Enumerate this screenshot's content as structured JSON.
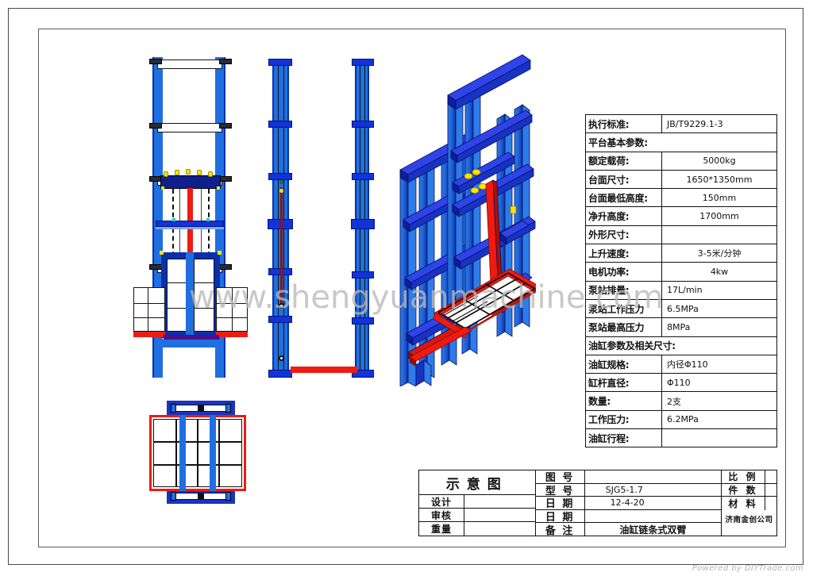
{
  "page": {
    "watermark": "www.shengyuanmachine.com",
    "powered_by": "Powered by DIYTrade.com"
  },
  "spec_table": {
    "rows": [
      {
        "key": "执行标准:",
        "value": "JB/T9229.1-3",
        "full": false,
        "center": false
      },
      {
        "key": "平台基本参数:",
        "value": "",
        "full": true,
        "center": false
      },
      {
        "key": "额定载荷:",
        "value": "5000kg",
        "full": false,
        "center": true
      },
      {
        "key": "台面尺寸:",
        "value": "1650*1350mm",
        "full": false,
        "center": true
      },
      {
        "key": "台面最低高度:",
        "value": "150mm",
        "full": false,
        "center": true
      },
      {
        "key": "净升高度:",
        "value": "1700mm",
        "full": false,
        "center": true
      },
      {
        "key": "外形尺寸:",
        "value": "",
        "full": false,
        "center": true
      },
      {
        "key": "上升速度:",
        "value": "3-5米/分钟",
        "full": false,
        "center": true
      },
      {
        "key": "电机功率:",
        "value": "4kw",
        "full": false,
        "center": true
      },
      {
        "key": "泵站排量:",
        "value": "17L/min",
        "full": false,
        "center": false
      },
      {
        "key": "泵站工作压力",
        "value": "6.5MPa",
        "full": false,
        "center": false
      },
      {
        "key": "泵站最高压力",
        "value": "8MPa",
        "full": false,
        "center": false
      },
      {
        "key": "油缸参数及相关尺寸:",
        "value": "",
        "full": true,
        "center": false
      },
      {
        "key": "油缸规格:",
        "value": "内径Φ110",
        "full": false,
        "center": false
      },
      {
        "key": "缸杆直径:",
        "value": "Φ110",
        "full": false,
        "center": false
      },
      {
        "key": "数量:",
        "value": "2支",
        "full": false,
        "center": false
      },
      {
        "key": "工作压力:",
        "value": "6.2MPa",
        "full": false,
        "center": false
      },
      {
        "key": "油缸行程:",
        "value": "",
        "full": false,
        "center": false
      }
    ]
  },
  "title_block": {
    "drawing_name": "示意图",
    "left_rows": [
      {
        "label": "设计",
        "value": ""
      },
      {
        "label": "审核",
        "value": ""
      },
      {
        "label": "重量",
        "value": ""
      }
    ],
    "mid_rows": [
      {
        "label": "图 号",
        "value": ""
      },
      {
        "label": "型 号",
        "value": "SJG5-1.7"
      },
      {
        "label": "日 期",
        "value": "12-4-20"
      },
      {
        "label": "日 期",
        "value": ""
      },
      {
        "label": "备 注",
        "value": "油缸链条式双臂"
      }
    ],
    "right_rows": [
      {
        "label": "比 例",
        "value": ""
      },
      {
        "label": "件 数",
        "value": ""
      },
      {
        "label": "材 料",
        "value": ""
      }
    ],
    "company": "济南金创公司"
  },
  "colors": {
    "mast_light": "#1f6fe0",
    "mast_mid": "#1144c4",
    "mast_dark": "#0b2fae",
    "cylinder_red": "#ee1b12",
    "sheave_yellow": "#ffe400",
    "frame_line": "#4a4a4a"
  },
  "views": {
    "front_elevation": "front-elevation-view",
    "side_elevation": "side-elevation-view",
    "side_elevation_2": "side-elevation-view-2",
    "isometric": "isometric-3d-view",
    "plan": "plan-top-view"
  }
}
